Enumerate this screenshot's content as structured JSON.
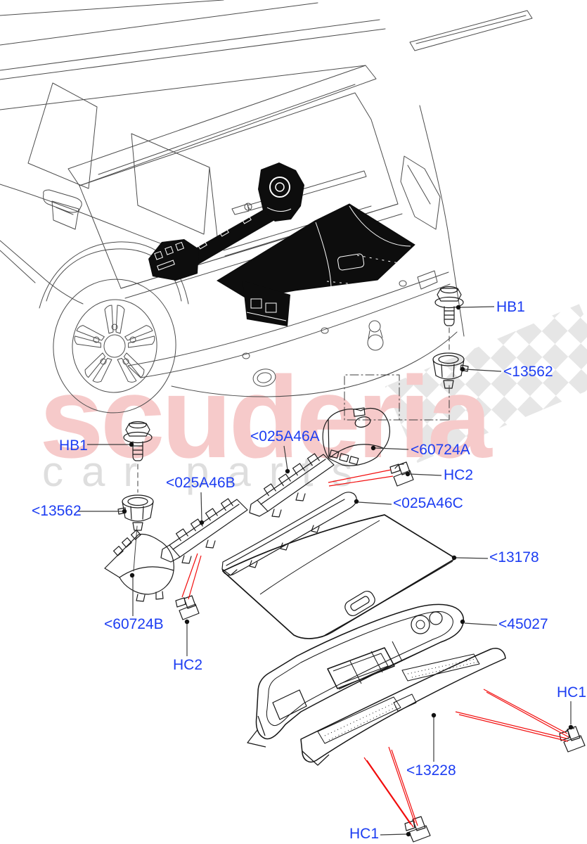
{
  "watermark": {
    "brand": "scuderia",
    "subtitle": "car parts",
    "brand_color": "#f6caca",
    "subtitle_color": "#dedede",
    "flag_color": "#e6e6e6"
  },
  "diagram": {
    "label_color": "#1c3df2",
    "leader_color": "#3c3c3c",
    "pointer_color": "#f20d0d",
    "labels": [
      {
        "id": "hb1-right",
        "text": "HB1"
      },
      {
        "id": "13562-right",
        "text": "<13562"
      },
      {
        "id": "025a46a",
        "text": "<025A46A"
      },
      {
        "id": "60724a",
        "text": "<60724A"
      },
      {
        "id": "hc2-right",
        "text": "HC2"
      },
      {
        "id": "025a46b",
        "text": "<025A46B"
      },
      {
        "id": "hb1-left",
        "text": "HB1"
      },
      {
        "id": "13562-left",
        "text": "<13562"
      },
      {
        "id": "60724b",
        "text": "<60724B"
      },
      {
        "id": "hc2-left",
        "text": "HC2"
      },
      {
        "id": "025a46c",
        "text": "<025A46C"
      },
      {
        "id": "13178",
        "text": "<13178"
      },
      {
        "id": "45027",
        "text": "<45027"
      },
      {
        "id": "hc1-right",
        "text": "HC1"
      },
      {
        "id": "13228",
        "text": "<13228"
      },
      {
        "id": "hc1-left",
        "text": "HC1"
      }
    ]
  }
}
